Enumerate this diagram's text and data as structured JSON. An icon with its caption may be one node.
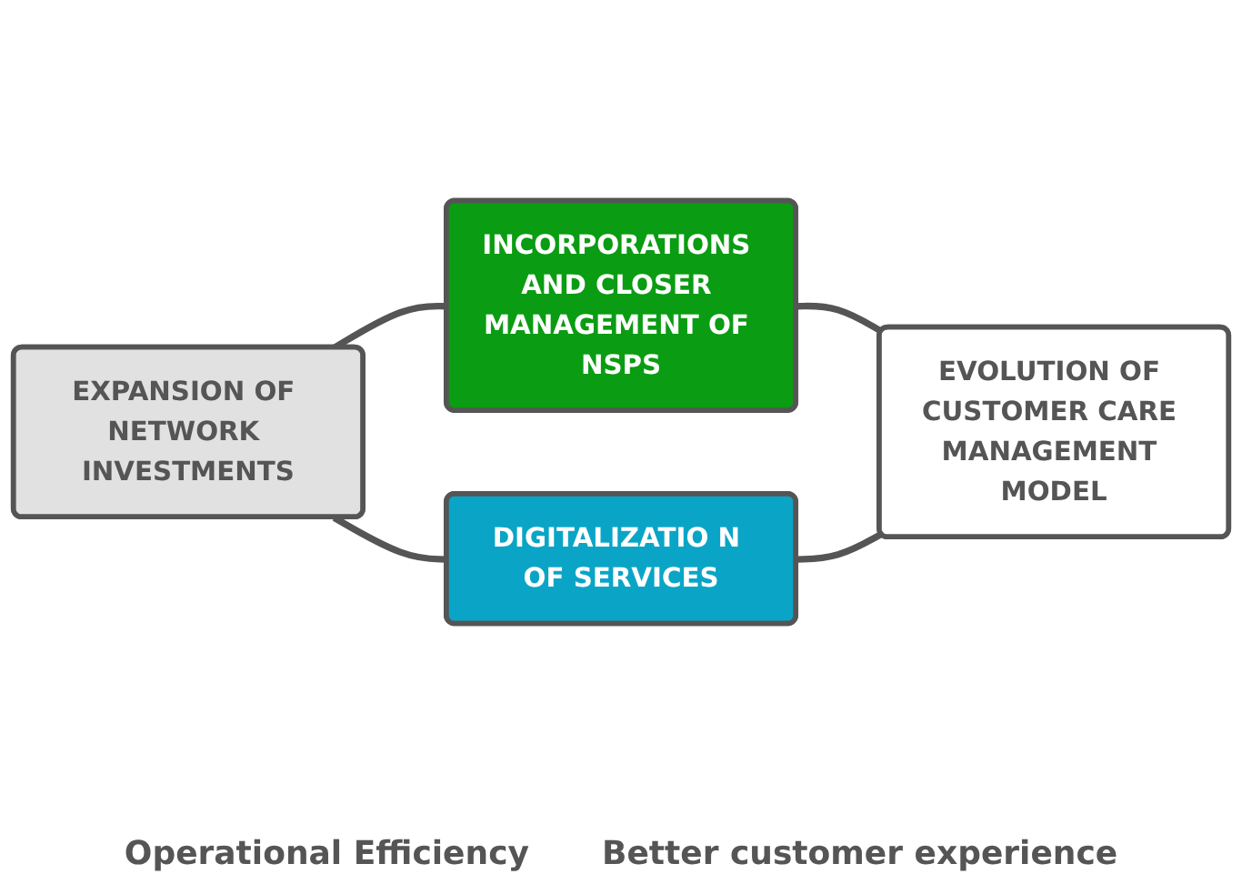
{
  "diagram": {
    "nodes": [
      {
        "text": [
          "EXPANSION OF NETWORK INVESTMENTS"
        ]
      },
      {
        "text": [
          "INCORPORATIONS AND CLOSER MANAGEMENT OF NSPS"
        ]
      },
      {
        "text": [
          "DIGITALIZATIO N OF SERVICES"
        ]
      },
      {
        "text": [
          "EVOLUTION OF CUSTOMER CARE MANAGEMENT MODEL"
        ]
      }
    ],
    "edges": [
      {
        "from": 0,
        "to": 1,
        "arrow": "none"
      },
      {
        "from": 0,
        "to": 2,
        "arrow": "none"
      },
      {
        "from": 1,
        "to": 3,
        "arrow": "none"
      },
      {
        "from": 2,
        "to": 3,
        "arrow": "none"
      }
    ],
    "labels": [
      "Operational Efficiency",
      "Better customer experience"
    ]
  }
}
